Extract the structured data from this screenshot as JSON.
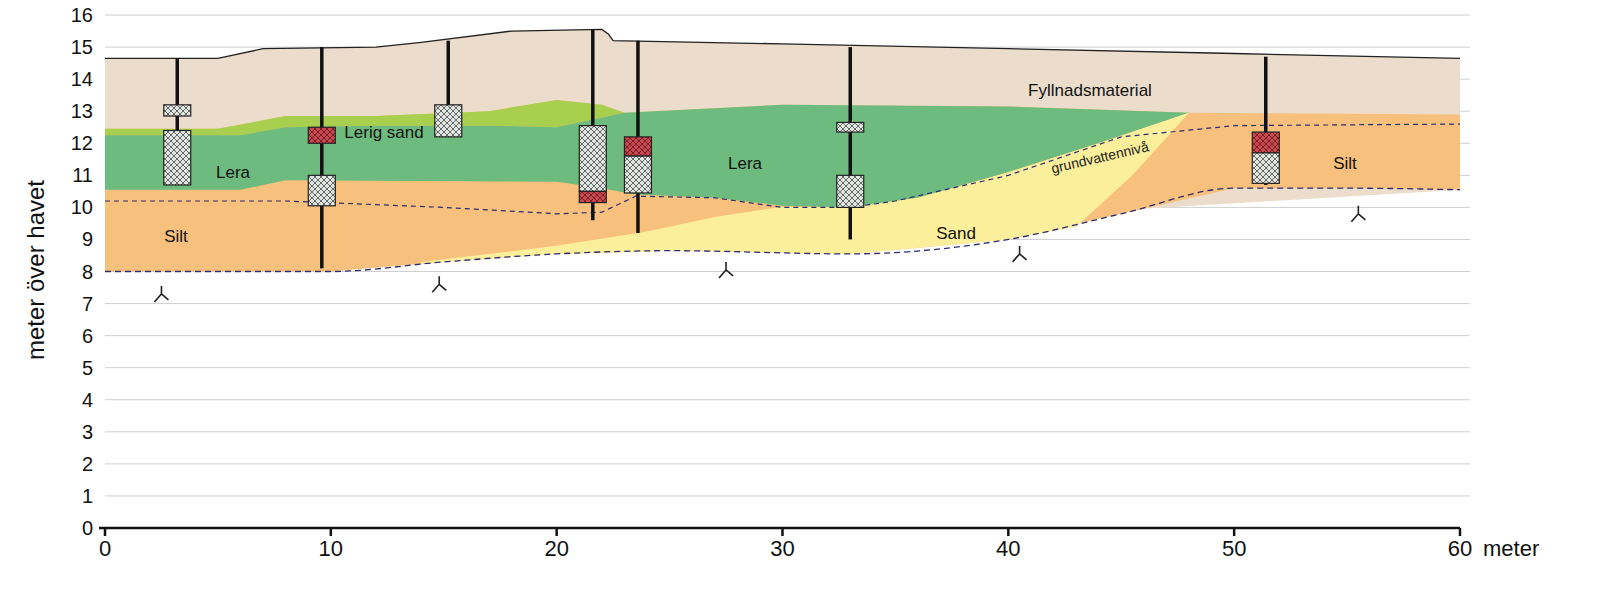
{
  "diagram": {
    "labels": [
      "meter över havet",
      "0",
      "1",
      "2",
      "3",
      "4",
      "5",
      "6",
      "7",
      "8",
      "9",
      "10",
      "11",
      "12",
      "13",
      "14",
      "15",
      "16",
      "0",
      "10",
      "20",
      "30",
      "40",
      "50",
      "60",
      "meter",
      "Fyllnadsmaterial",
      "Lerig sand",
      "Lera",
      "Lera",
      "Silt",
      "Silt",
      "Sand",
      "grundvattennivå"
    ]
  }
}
